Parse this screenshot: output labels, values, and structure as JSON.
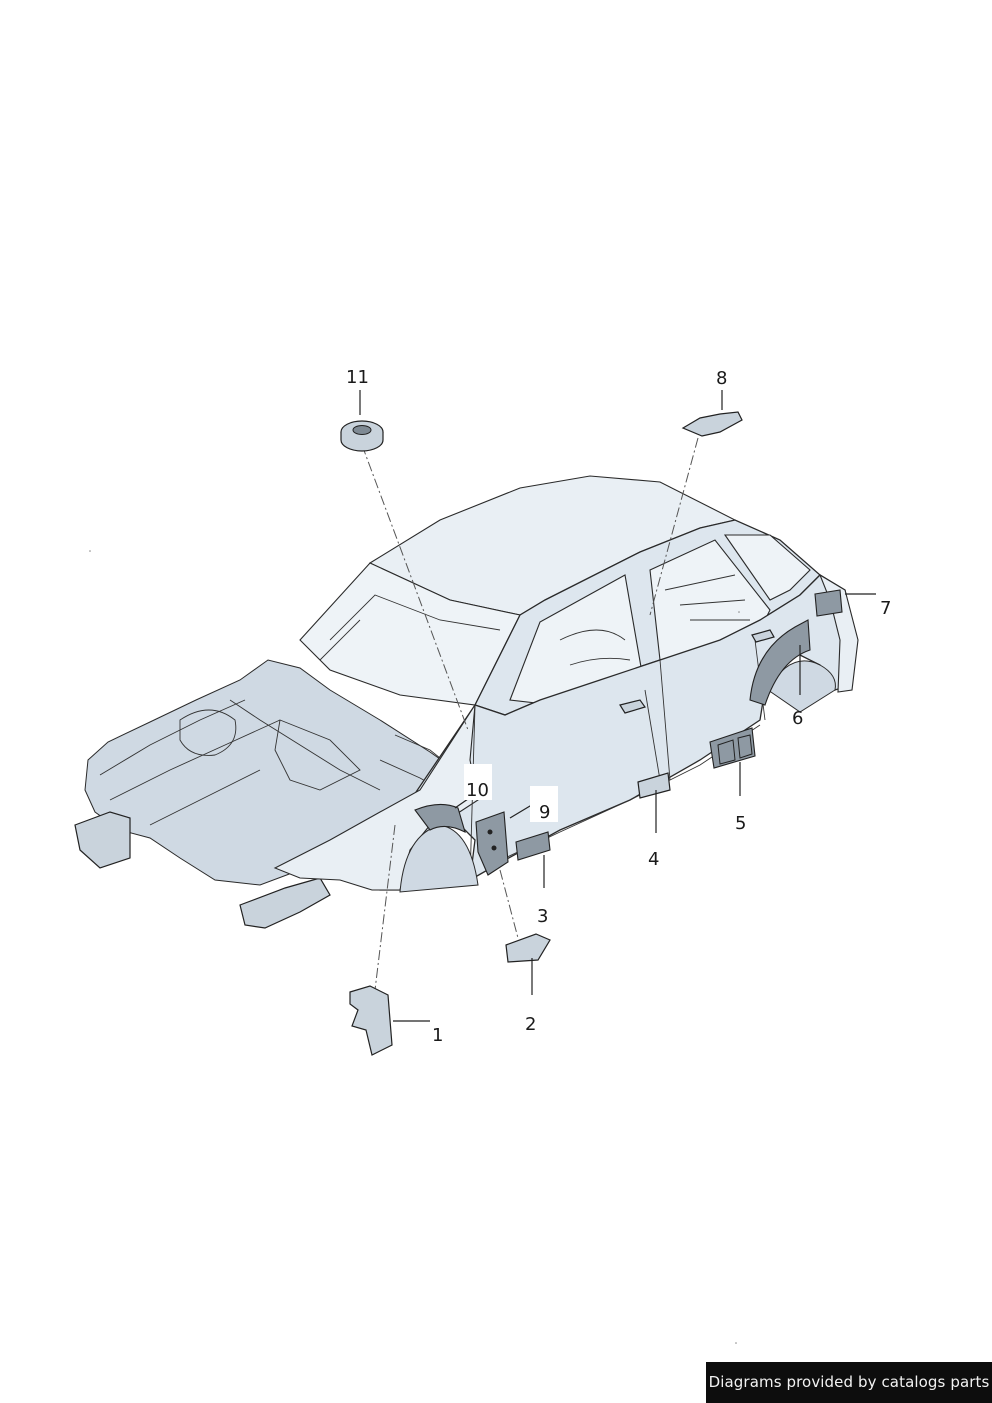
{
  "diagram": {
    "callouts": [
      {
        "id": "c1",
        "label": "1"
      },
      {
        "id": "c2",
        "label": "2"
      },
      {
        "id": "c3",
        "label": "3"
      },
      {
        "id": "c4",
        "label": "4"
      },
      {
        "id": "c5",
        "label": "5"
      },
      {
        "id": "c6",
        "label": "6"
      },
      {
        "id": "c7",
        "label": "7"
      },
      {
        "id": "c8",
        "label": "8"
      },
      {
        "id": "c9",
        "label": "9"
      },
      {
        "id": "c10",
        "label": "10"
      },
      {
        "id": "c11",
        "label": "11"
      }
    ]
  },
  "footer": {
    "credit": "Diagrams provided by catalogs parts"
  },
  "colors": {
    "body_fill": "#dde6ee",
    "outline": "#2a2a2a",
    "credit_bg": "#0d0d0d",
    "credit_text": "#f2f2f2"
  }
}
